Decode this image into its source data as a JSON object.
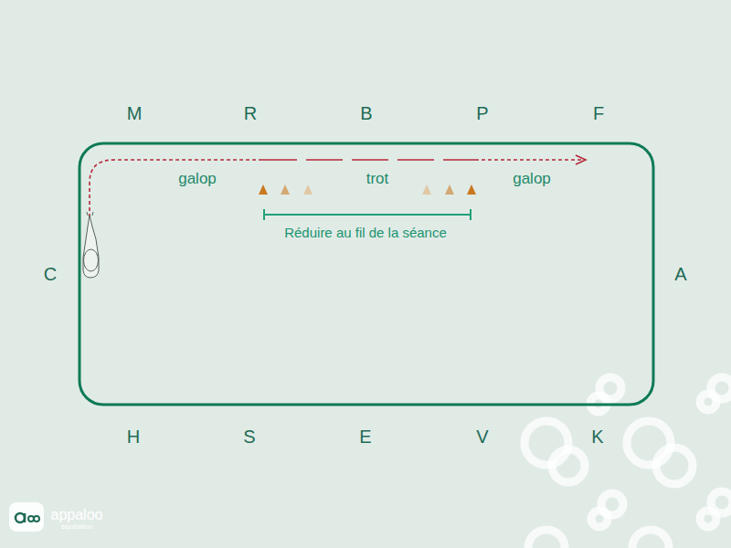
{
  "diagram": {
    "labels": [
      "M",
      "R",
      "B",
      "P",
      "F",
      "C",
      "A",
      "H",
      "S",
      "E",
      "V",
      "K",
      "galop",
      "trot",
      "galop",
      "Réduire au fil de la séance",
      "appaloo",
      "équitation"
    ]
  }
}
